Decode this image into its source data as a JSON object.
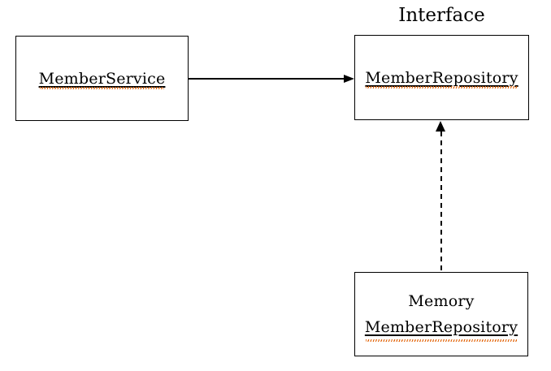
{
  "diagram": {
    "type": "dependency-diagram",
    "background": "#ffffff",
    "nodes": {
      "member_service": {
        "label": "MemberService",
        "spellcheck_flagged": true
      },
      "member_repository": {
        "label": "MemberRepository",
        "stereotype": "Interface",
        "spellcheck_flagged": true
      },
      "memory_member_repository": {
        "label_line1": "Memory",
        "label_line2": "MemberRepository",
        "spellcheck_flagged_line2": true
      }
    },
    "edges": [
      {
        "from": "member_service",
        "to": "member_repository",
        "style": "solid",
        "arrowhead": "filled-right"
      },
      {
        "from": "memory_member_repository",
        "to": "member_repository",
        "style": "dashed",
        "arrowhead": "filled-up"
      }
    ],
    "colors": {
      "line": "#000000",
      "box_border": "#000000",
      "text": "#000000",
      "spellcheck_underline": "#e3670e"
    }
  }
}
